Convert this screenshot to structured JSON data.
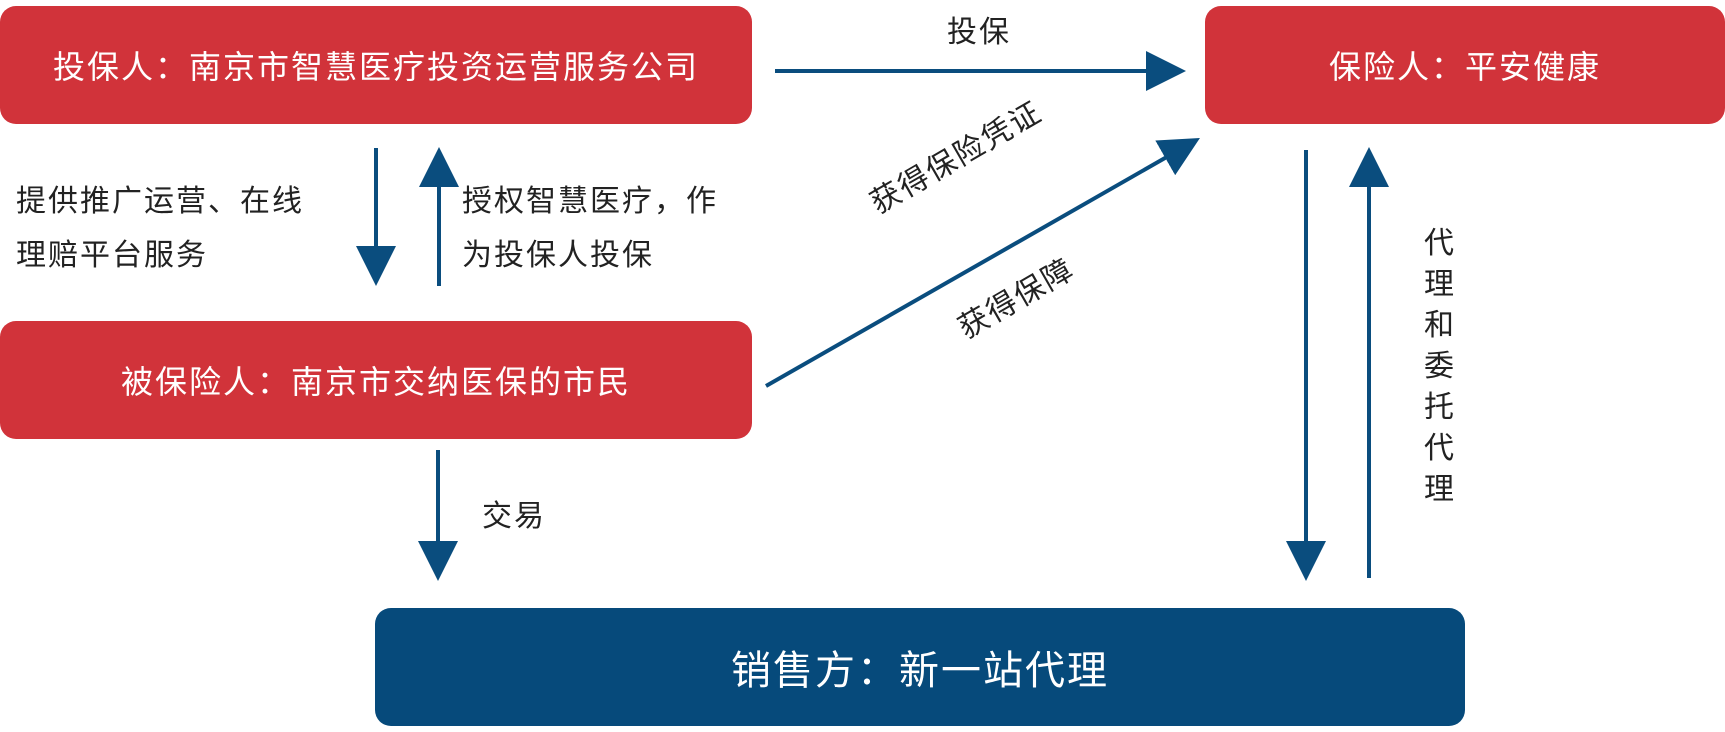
{
  "colors": {
    "red_box": "#D1333A",
    "blue_box": "#064A7B",
    "arrow": "#0A4D7E"
  },
  "nodes": {
    "policyholder": "投保人：南京市智慧医疗投资运营服务公司",
    "insurer": "保险人：平安健康",
    "insured": "被保险人：南京市交纳医保的市民",
    "seller": "销售方：新一站代理"
  },
  "edges": {
    "insure": "投保",
    "provide_line1": "提供推广运营、在线",
    "provide_line2": "理赔平台服务",
    "authorize_line1": "授权智慧医疗，作",
    "authorize_line2": "为投保人投保",
    "get_certificate": "获得保险凭证",
    "get_protection": "获得保障",
    "trade": "交易",
    "agency_chars": [
      "代",
      "理",
      "和",
      "委",
      "托",
      "代",
      "理"
    ]
  }
}
